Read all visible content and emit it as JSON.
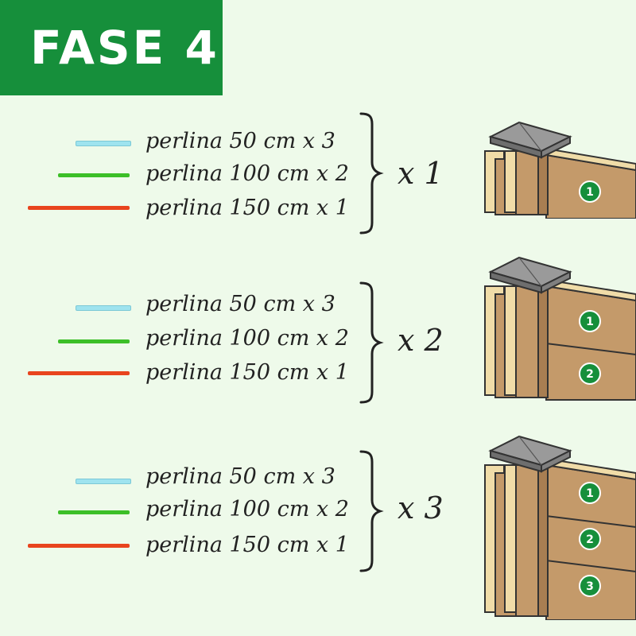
{
  "header": {
    "title": "FASE 4"
  },
  "colors": {
    "banner": "#168f3b",
    "line_50": "#9ee3ef",
    "line_100": "#3cbf28",
    "line_150": "#e8441e",
    "badge": "#168f3b",
    "wood": "#c49a6a",
    "cap": "#8a8a8a"
  },
  "icons": {
    "post": "fence-post-icon",
    "panel": "fence-panel-icon"
  },
  "groups": [
    {
      "items": [
        {
          "label": "perlina 50 cm x 3"
        },
        {
          "label": "perlina 100 cm x 2"
        },
        {
          "label": "perlina 150 cm x 1"
        }
      ],
      "multiplier": "x 1",
      "badges": [
        "1"
      ]
    },
    {
      "items": [
        {
          "label": "perlina 50 cm x 3"
        },
        {
          "label": "perlina 100 cm x 2"
        },
        {
          "label": "perlina 150 cm x 1"
        }
      ],
      "multiplier": "x 2",
      "badges": [
        "1",
        "2"
      ]
    },
    {
      "items": [
        {
          "label": "perlina 50 cm x 3"
        },
        {
          "label": "perlina 100 cm x 2"
        },
        {
          "label": "perlina 150 cm x 1"
        }
      ],
      "multiplier": "x 3",
      "badges": [
        "1",
        "2",
        "3"
      ]
    }
  ]
}
